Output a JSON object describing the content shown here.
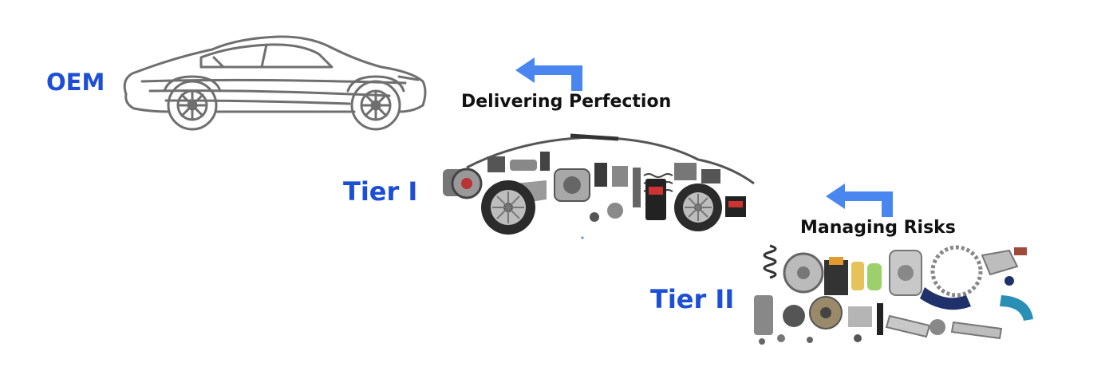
{
  "levels": {
    "oem": "OEM",
    "tier1": "Tier I",
    "tier2": "Tier II"
  },
  "captions": {
    "delivering": "Delivering Perfection",
    "managing": "Managing Risks"
  },
  "colors": {
    "label": "#1c4fd6",
    "arrow": "#4a86f0",
    "outline": "#6f6f6f"
  },
  "icons": {
    "oem": "car-outline-icon",
    "tier1": "car-parts-assembly-icon",
    "tier2": "parts-pile-icon",
    "arrow": "curved-arrow-left-icon"
  }
}
